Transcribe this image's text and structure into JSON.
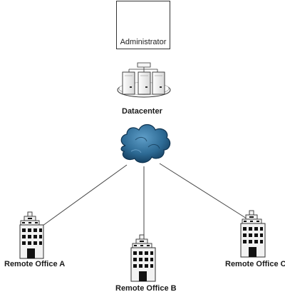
{
  "administrator": {
    "label": "Administrator"
  },
  "datacenter": {
    "label": "Datacenter"
  },
  "offices": [
    {
      "label": "Remote Office A"
    },
    {
      "label": "Remote Office B"
    },
    {
      "label": "Remote Office C"
    }
  ],
  "colors": {
    "cloud": "#2d6a94",
    "cloud_dark": "#0f3350",
    "line": "#444444",
    "building": "#f2f2f2",
    "window": "#111111"
  }
}
